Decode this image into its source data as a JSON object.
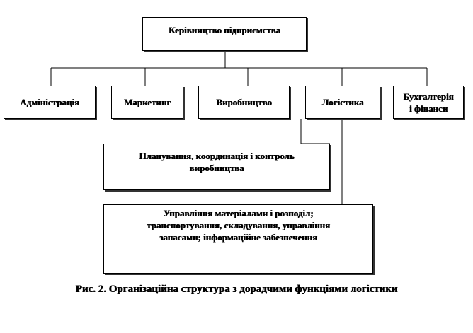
{
  "root": {
    "label": "Керівництво  підприємства"
  },
  "departments": [
    {
      "label": "Адміністрація"
    },
    {
      "label": "Маркетинг"
    },
    {
      "label": "Виробництво"
    },
    {
      "label": "Логістика"
    },
    {
      "label": "Бухгалтерія\nі фінанси"
    }
  ],
  "subfunctions": [
    {
      "label": "Планування,  координація  і контроль\nвиробництва"
    },
    {
      "label": "Управління  матеріалами  і розподіл;\nтранспортування,  складування,  управління\nзапасами;  інформаційне  забезпечення"
    }
  ],
  "caption": "Рис. 2. Організаційна структура з дорадчими функціями логістики"
}
